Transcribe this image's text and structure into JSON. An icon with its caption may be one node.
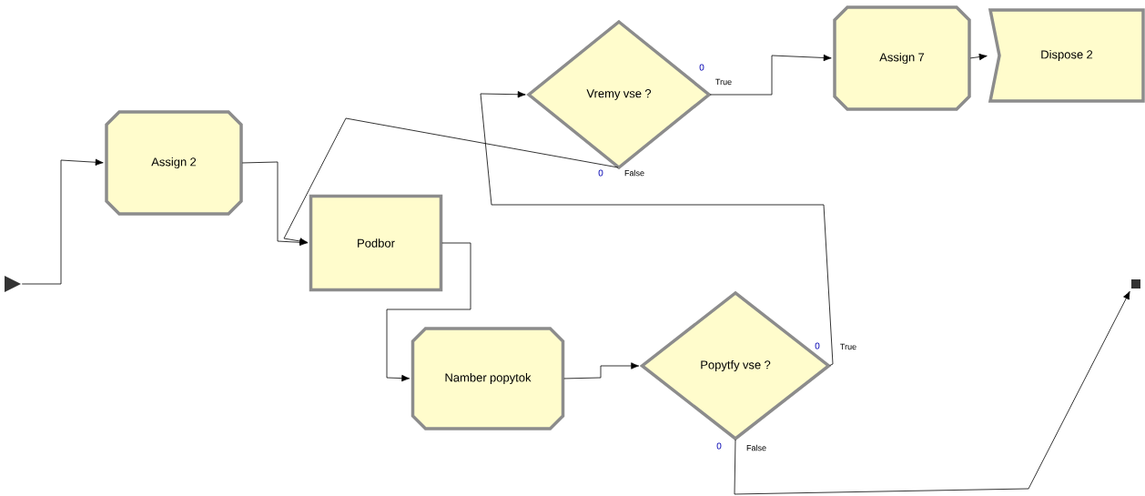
{
  "diagram": {
    "nodes": [
      {
        "text": [],
        "shape": "triangle"
      },
      {
        "text": [
          "Assign 2"
        ]
      },
      {
        "text": [
          "Podbor"
        ]
      },
      {
        "text": [
          "Namber popytok"
        ]
      },
      {
        "text": [
          "Popytfy vse ?"
        ],
        "beside": [
          "0",
          "True",
          "0",
          "False"
        ]
      },
      {
        "text": [
          "Vremy vse ?"
        ],
        "beside": [
          "0",
          "True",
          "0",
          "False"
        ]
      },
      {
        "text": [
          "Assign 7"
        ]
      },
      {
        "text": [
          "Dispose 2"
        ]
      },
      {
        "text": [],
        "shape": "box"
      }
    ],
    "edges": [
      {
        "from": 0,
        "to": 1,
        "arrow": "to"
      },
      {
        "from": 1,
        "to": 2,
        "arrow": "to"
      },
      {
        "from": 2,
        "to": 3,
        "arrow": "to"
      },
      {
        "from": 3,
        "to": 4,
        "arrow": "to"
      },
      {
        "from": 4,
        "to": 5,
        "arrow": "to"
      },
      {
        "from": 4,
        "to": 8,
        "arrow": "to"
      },
      {
        "from": 5,
        "to": 6,
        "arrow": "to"
      },
      {
        "from": 5,
        "to": 2,
        "arrow": "to"
      },
      {
        "from": 6,
        "to": 7,
        "arrow": "to"
      }
    ]
  }
}
